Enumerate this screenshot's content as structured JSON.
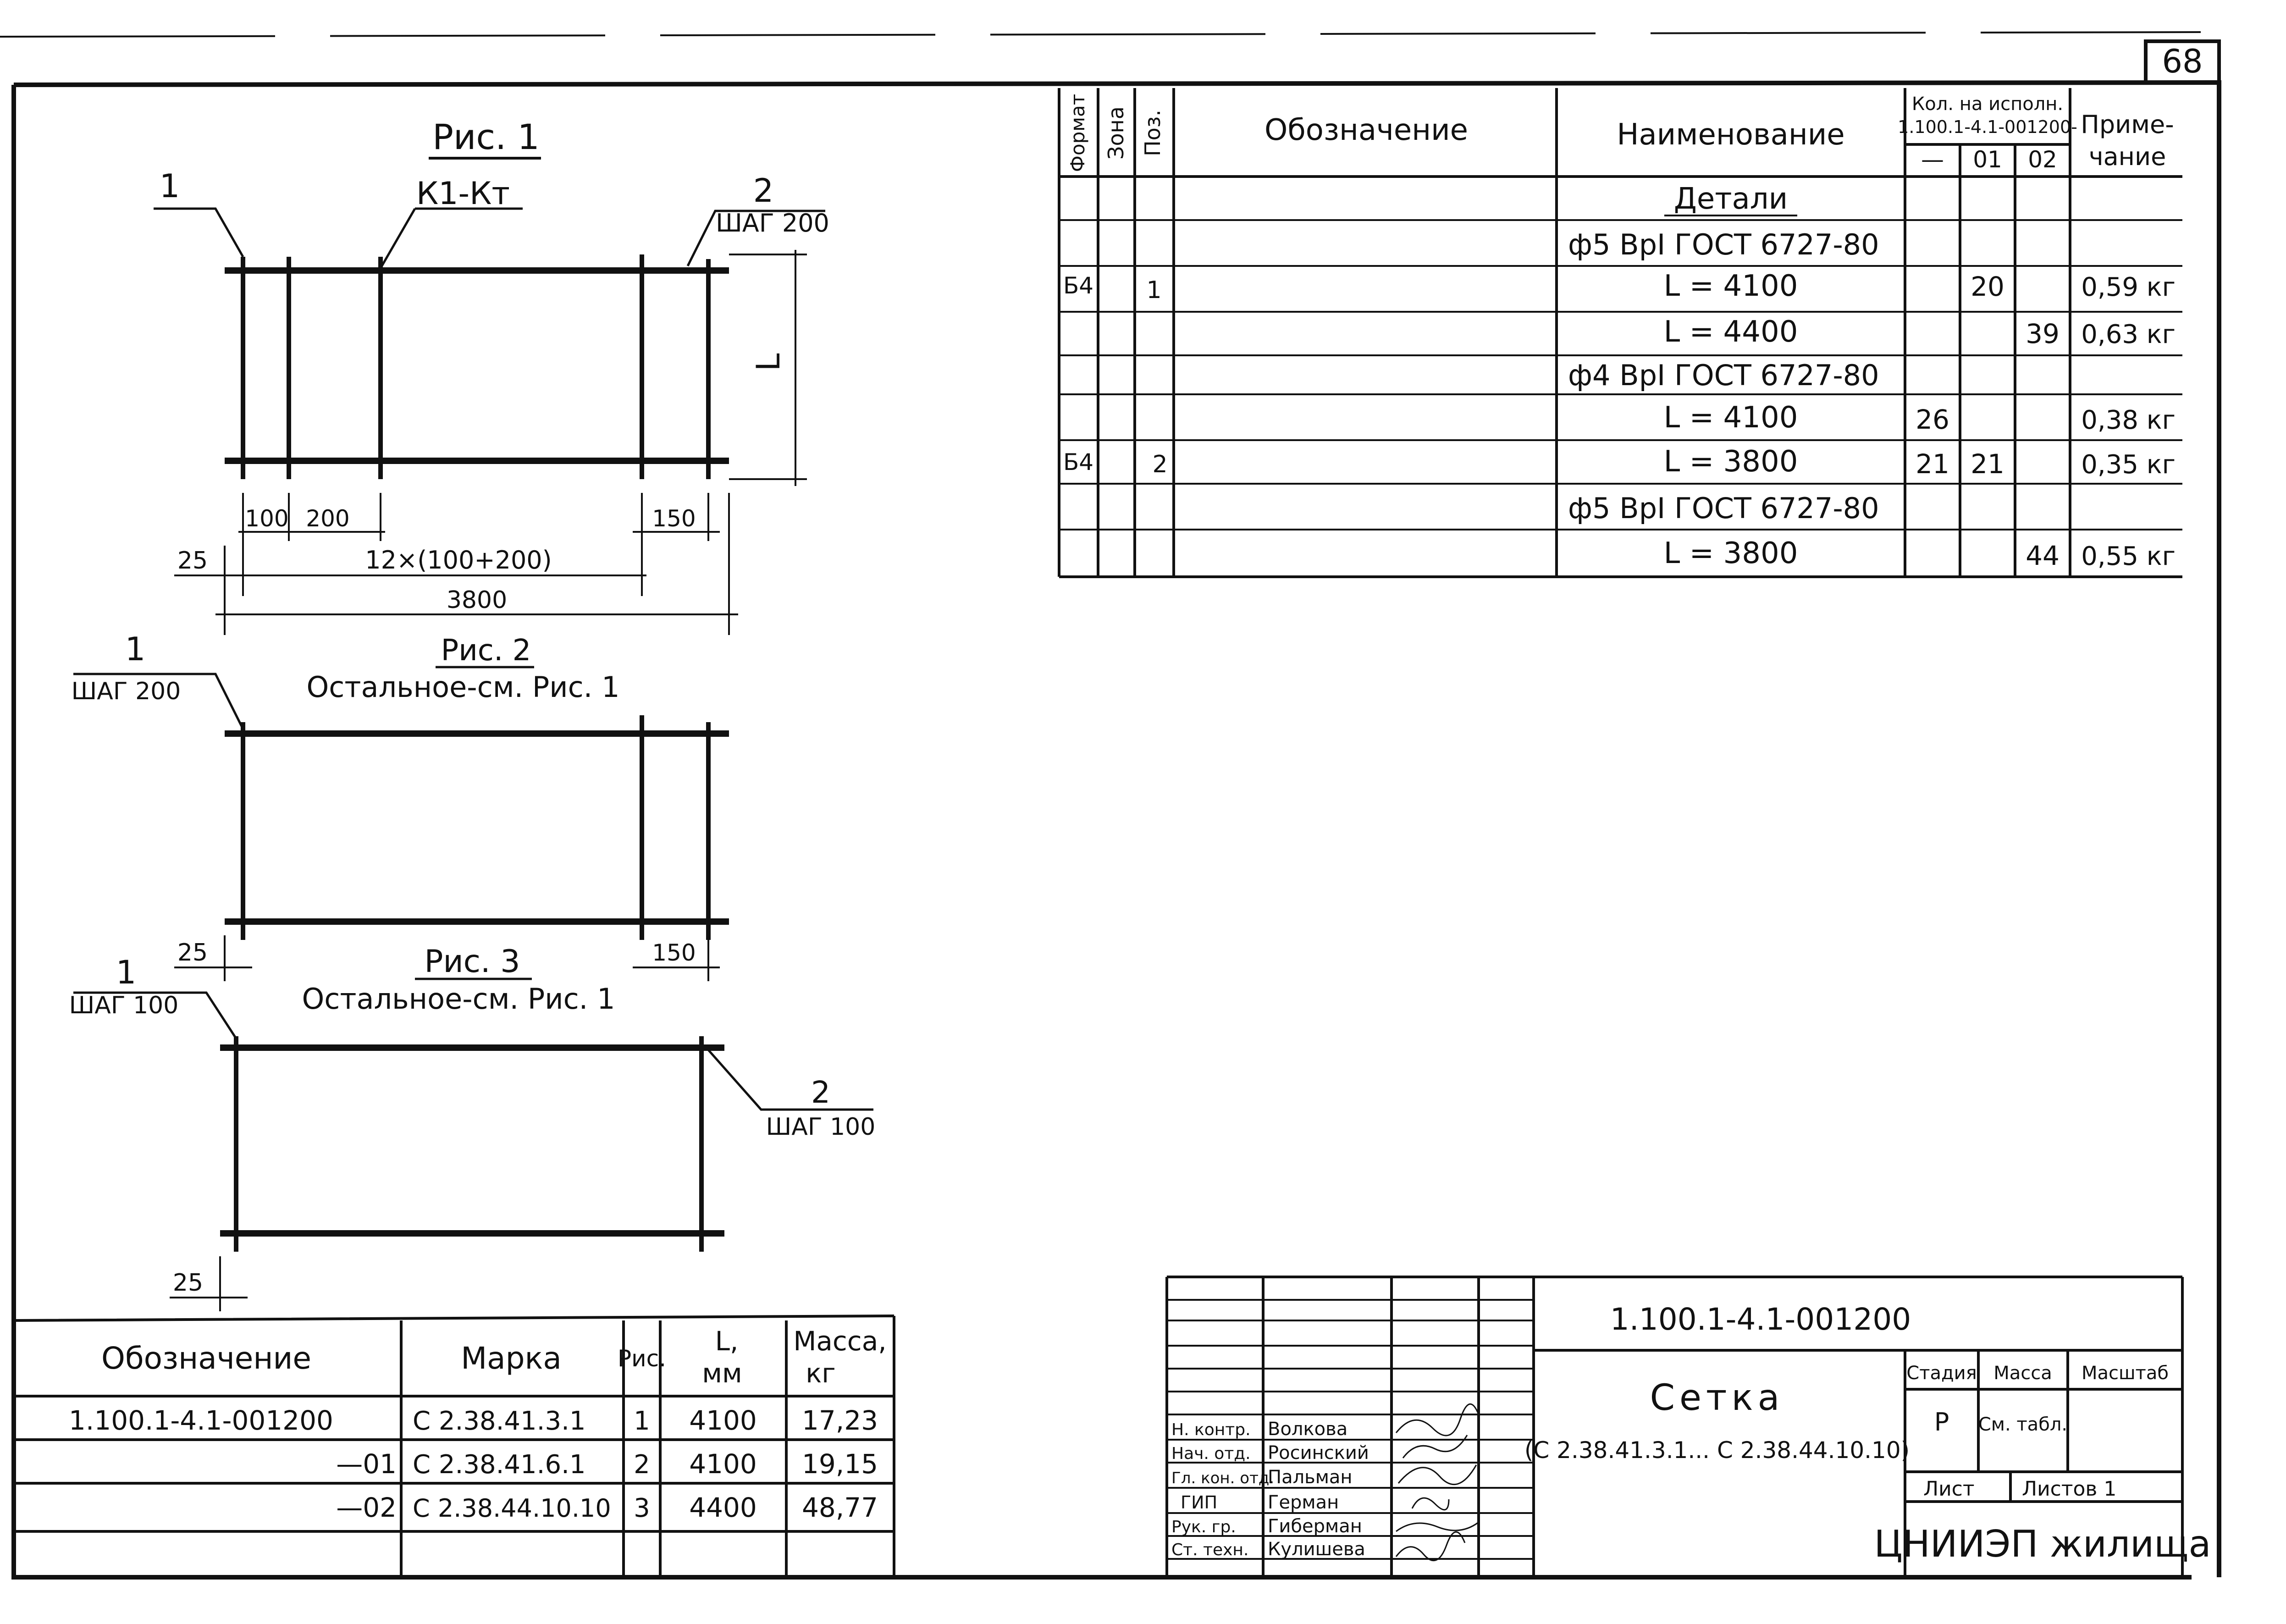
{
  "sheet_number": "68",
  "figures": {
    "fig1": {
      "title": "Рис. 1",
      "weld_label": "К1-Кт",
      "callout_1": "1",
      "callout_2": "2",
      "pitch_2": "ШАГ 200",
      "dim_L": "L",
      "dim_100": "100",
      "dim_200": "200",
      "dim_150": "150",
      "dim_25": "25",
      "dim_span": "12×(100+200)",
      "dim_total": "3800"
    },
    "fig2": {
      "title": "Рис. 2",
      "note": "Остальное-см. Рис. 1",
      "callout_1": "1",
      "pitch_1": "ШАГ 200",
      "dim_25": "25",
      "dim_150": "150"
    },
    "fig3": {
      "title": "Рис. 3",
      "note": "Остальное-см. Рис. 1",
      "callout_1": "1",
      "pitch_1": "ШАГ 100",
      "callout_2": "2",
      "pitch_2": "ШАГ 100",
      "dim_25": "25"
    }
  },
  "spec_table": {
    "headers": {
      "format": "Формат",
      "zone": "Зона",
      "pos": "Поз.",
      "designation": "Обозначение",
      "name": "Наименование",
      "qty": "Кол. на исполн.",
      "qty_doc": "1.100.1-4.1-001200-",
      "qty_cols": [
        "—",
        "01",
        "02"
      ],
      "note1": "Приме-",
      "note2": "чание"
    },
    "rows": [
      {
        "format": "",
        "pos": "",
        "name": "Детали",
        "q0": "",
        "q1": "",
        "q2": "",
        "note": ""
      },
      {
        "format": "",
        "pos": "",
        "name": "ф5 ВрI ГОСТ 6727-80",
        "q0": "",
        "q1": "",
        "q2": "",
        "note": ""
      },
      {
        "format": "Б4",
        "pos": "1",
        "name": "L = 4100",
        "q0": "",
        "q1": "20",
        "q2": "",
        "note": "0,59 кг"
      },
      {
        "format": "",
        "pos": "",
        "name": "L = 4400",
        "q0": "",
        "q1": "",
        "q2": "39",
        "note": "0,63 кг"
      },
      {
        "format": "",
        "pos": "",
        "name": "ф4 ВрI ГОСТ 6727-80",
        "q0": "",
        "q1": "",
        "q2": "",
        "note": ""
      },
      {
        "format": "",
        "pos": "",
        "name": "L = 4100",
        "q0": "26",
        "q1": "",
        "q2": "",
        "note": "0,38 кг"
      },
      {
        "format": "Б4",
        "pos": "2",
        "name": "L = 3800",
        "q0": "21",
        "q1": "21",
        "q2": "",
        "note": "0,35 кг"
      },
      {
        "format": "",
        "pos": "",
        "name": "ф5 ВрI ГОСТ 6727-80",
        "q0": "",
        "q1": "",
        "q2": "",
        "note": ""
      },
      {
        "format": "",
        "pos": "",
        "name": "L = 3800",
        "q0": "",
        "q1": "",
        "q2": "44",
        "note": "0,55 кг"
      }
    ]
  },
  "variants_table": {
    "headers": {
      "designation": "Обозначение",
      "mark": "Марка",
      "fig": "Рис.",
      "L1": "L,",
      "L2": "мм",
      "mass1": "Масса,",
      "mass2": "кг"
    },
    "rows": [
      {
        "designation": "1.100.1-4.1-001200",
        "mark": "С 2.38.41.3.1",
        "fig": "1",
        "L": "4100",
        "mass": "17,23"
      },
      {
        "designation": "—01",
        "mark": "С 2.38.41.6.1",
        "fig": "2",
        "L": "4100",
        "mass": "19,15"
      },
      {
        "designation": "—02",
        "mark": "С 2.38.44.10.10",
        "fig": "3",
        "L": "4400",
        "mass": "48,77"
      }
    ]
  },
  "title_block": {
    "doc_code": "1.100.1-4.1-001200",
    "product": "Сетка",
    "product_range": "(С 2.38.41.3.1... С 2.38.44.10.10)",
    "stage_label": "Стадия",
    "mass_label": "Масса",
    "scale_label": "Масштаб",
    "stage": "Р",
    "mass_value": "См. табл.",
    "sheet_label": "Лист",
    "sheets_label": "Листов 1",
    "org": "ЦНИИЭП жилища",
    "signers": [
      {
        "role": "Н. контр.",
        "name": "Волкова"
      },
      {
        "role": "Нач. отд.",
        "name": "Росинский"
      },
      {
        "role": "Гл. кон. отд.",
        "name": "Пальман"
      },
      {
        "role": "ГИП",
        "name": "Герман"
      },
      {
        "role": "Рук. гр.",
        "name": "Гиберман"
      },
      {
        "role": "Ст. техн.",
        "name": "Кулишева"
      }
    ]
  }
}
